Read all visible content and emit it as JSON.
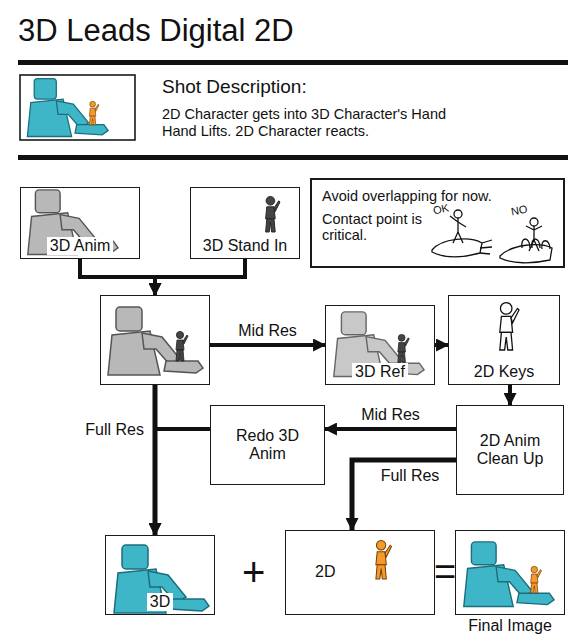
{
  "diagram": {
    "title": "3D Leads Digital 2D",
    "nodes": [
      {
        "text": [
          "3D Anim"
        ]
      },
      {
        "text": [
          "3D Stand In"
        ]
      },
      {
        "text": [
          "Avoid overlapping for now.",
          "Contact point is critical."
        ]
      },
      {
        "text": []
      },
      {
        "text": [
          "3D Ref"
        ]
      },
      {
        "text": [
          "2D Keys"
        ]
      },
      {
        "text": [
          "Redo 3D Anim"
        ]
      },
      {
        "text": [
          "2D Anim Clean Up"
        ]
      },
      {
        "text": [
          "3D"
        ]
      },
      {
        "text": [
          "2D"
        ]
      },
      {
        "text": [
          "Final Image"
        ]
      }
    ],
    "edges": [
      {
        "from": 0,
        "to": 3,
        "arrow": "to"
      },
      {
        "from": 1,
        "to": 3,
        "arrow": "to"
      },
      {
        "from": 3,
        "to": 4,
        "label": "Mid Res",
        "arrow": "to"
      },
      {
        "from": 4,
        "to": 5,
        "arrow": "to"
      },
      {
        "from": 5,
        "to": 7,
        "arrow": "to"
      },
      {
        "from": 7,
        "to": 6,
        "label": "Mid Res",
        "arrow": "to"
      },
      {
        "from": 6,
        "to": 8,
        "arrow": "to"
      },
      {
        "from": 3,
        "to": 8,
        "label": "Full Res",
        "arrow": "to"
      },
      {
        "from": 7,
        "to": 9,
        "label": "Full Res",
        "arrow": "to"
      }
    ],
    "labels": [
      "Shot Description:",
      "2D Character gets into 3D Character's Hand Hand Lifts. 2D Character reacts.",
      "OK",
      "NO",
      "+",
      "="
    ]
  }
}
